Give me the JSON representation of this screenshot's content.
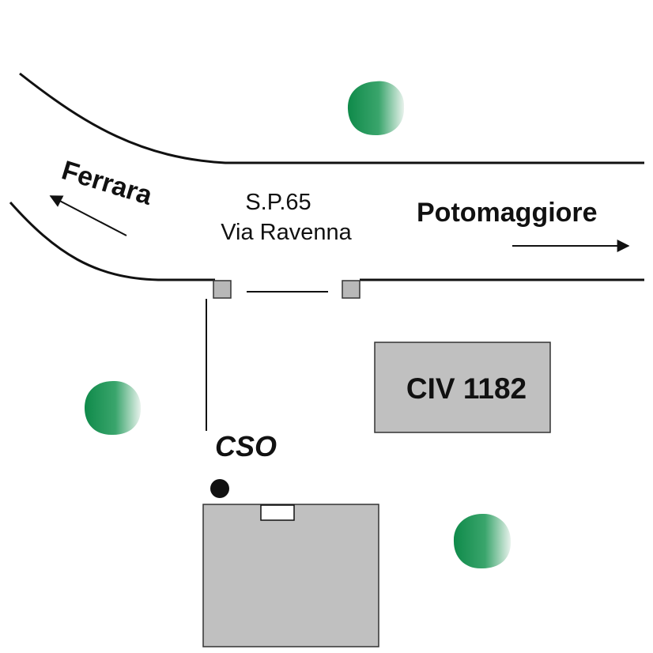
{
  "road": {
    "name": "S.P.65",
    "street": "Via Ravenna"
  },
  "directions": {
    "left": "Ferrara",
    "right": "Potomaggiore"
  },
  "buildings": {
    "civic_label": "CIV 1182"
  },
  "point": {
    "label": "CSO"
  },
  "colors": {
    "road_line": "#111111",
    "building_fill": "#c0c0c0",
    "tree_dark": "#0f8a4a",
    "tree_light": "#e8f2ec"
  },
  "icons": {
    "tree": "tree-icon",
    "cso_marker": "filled-circle"
  }
}
